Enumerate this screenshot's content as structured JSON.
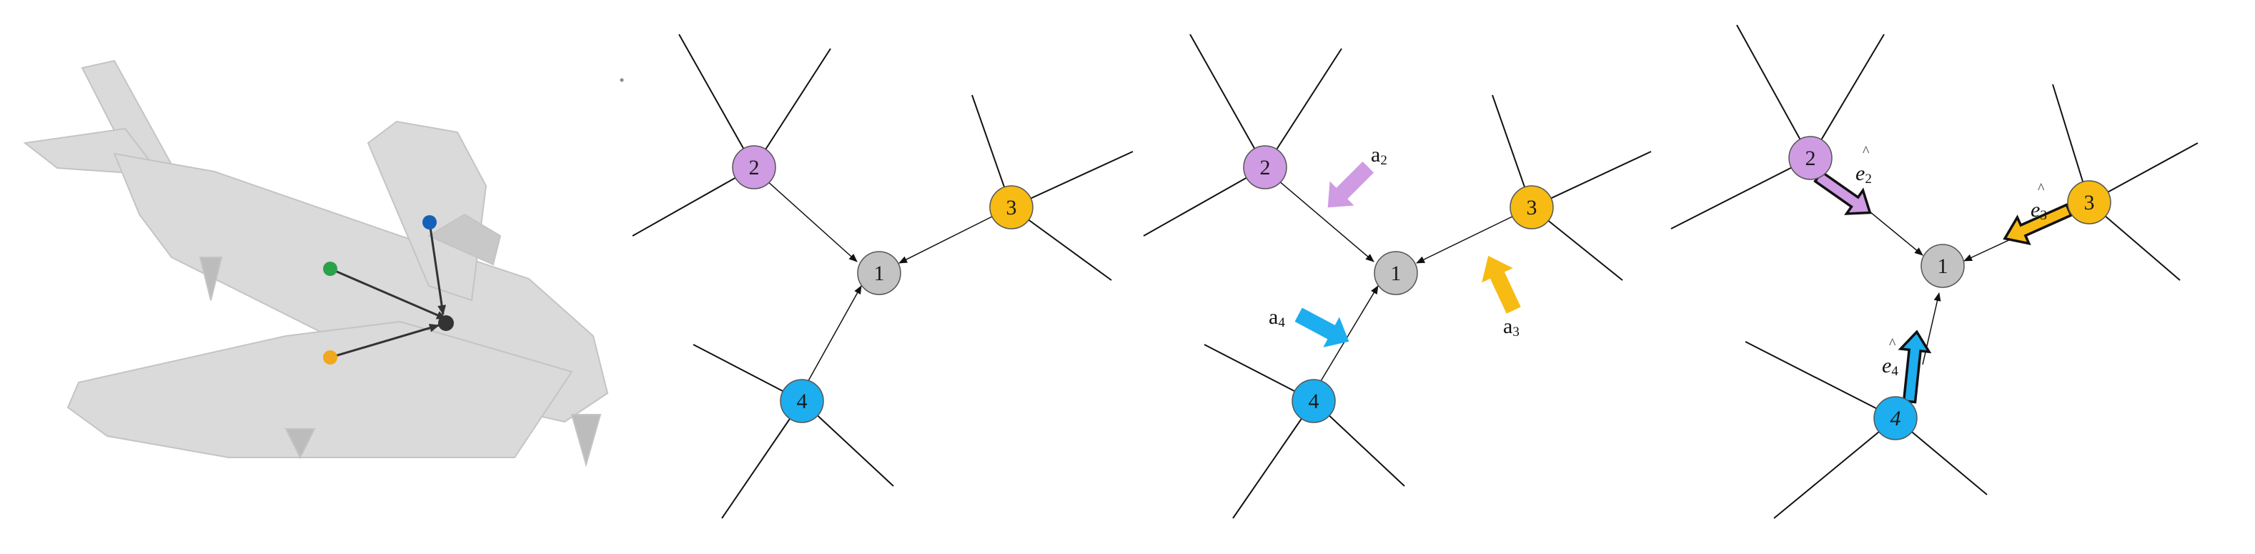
{
  "colors": {
    "node_center": "#c3c3c3",
    "node_2": "#cf9be3",
    "node_3": "#f7bb13",
    "node_4": "#1caeef",
    "dot_green": "#2aa24a",
    "dot_blue": "#1560b8",
    "dot_orange": "#f0a81c",
    "dot_center": "#333333"
  },
  "nodes": {
    "n1": "1",
    "n2": "2",
    "n3": "3",
    "n4": "4"
  },
  "panel3": {
    "a2": {
      "base": "a",
      "sub": "2"
    },
    "a3": {
      "base": "a",
      "sub": "3"
    },
    "a4": {
      "base": "a",
      "sub": "4"
    }
  },
  "panel4": {
    "e2": {
      "hat": "^",
      "base": "e",
      "sub": "2"
    },
    "e3": {
      "hat": "^",
      "base": "e",
      "sub": "3"
    },
    "e4": {
      "hat": "^",
      "base": "e",
      "sub": "4"
    }
  }
}
